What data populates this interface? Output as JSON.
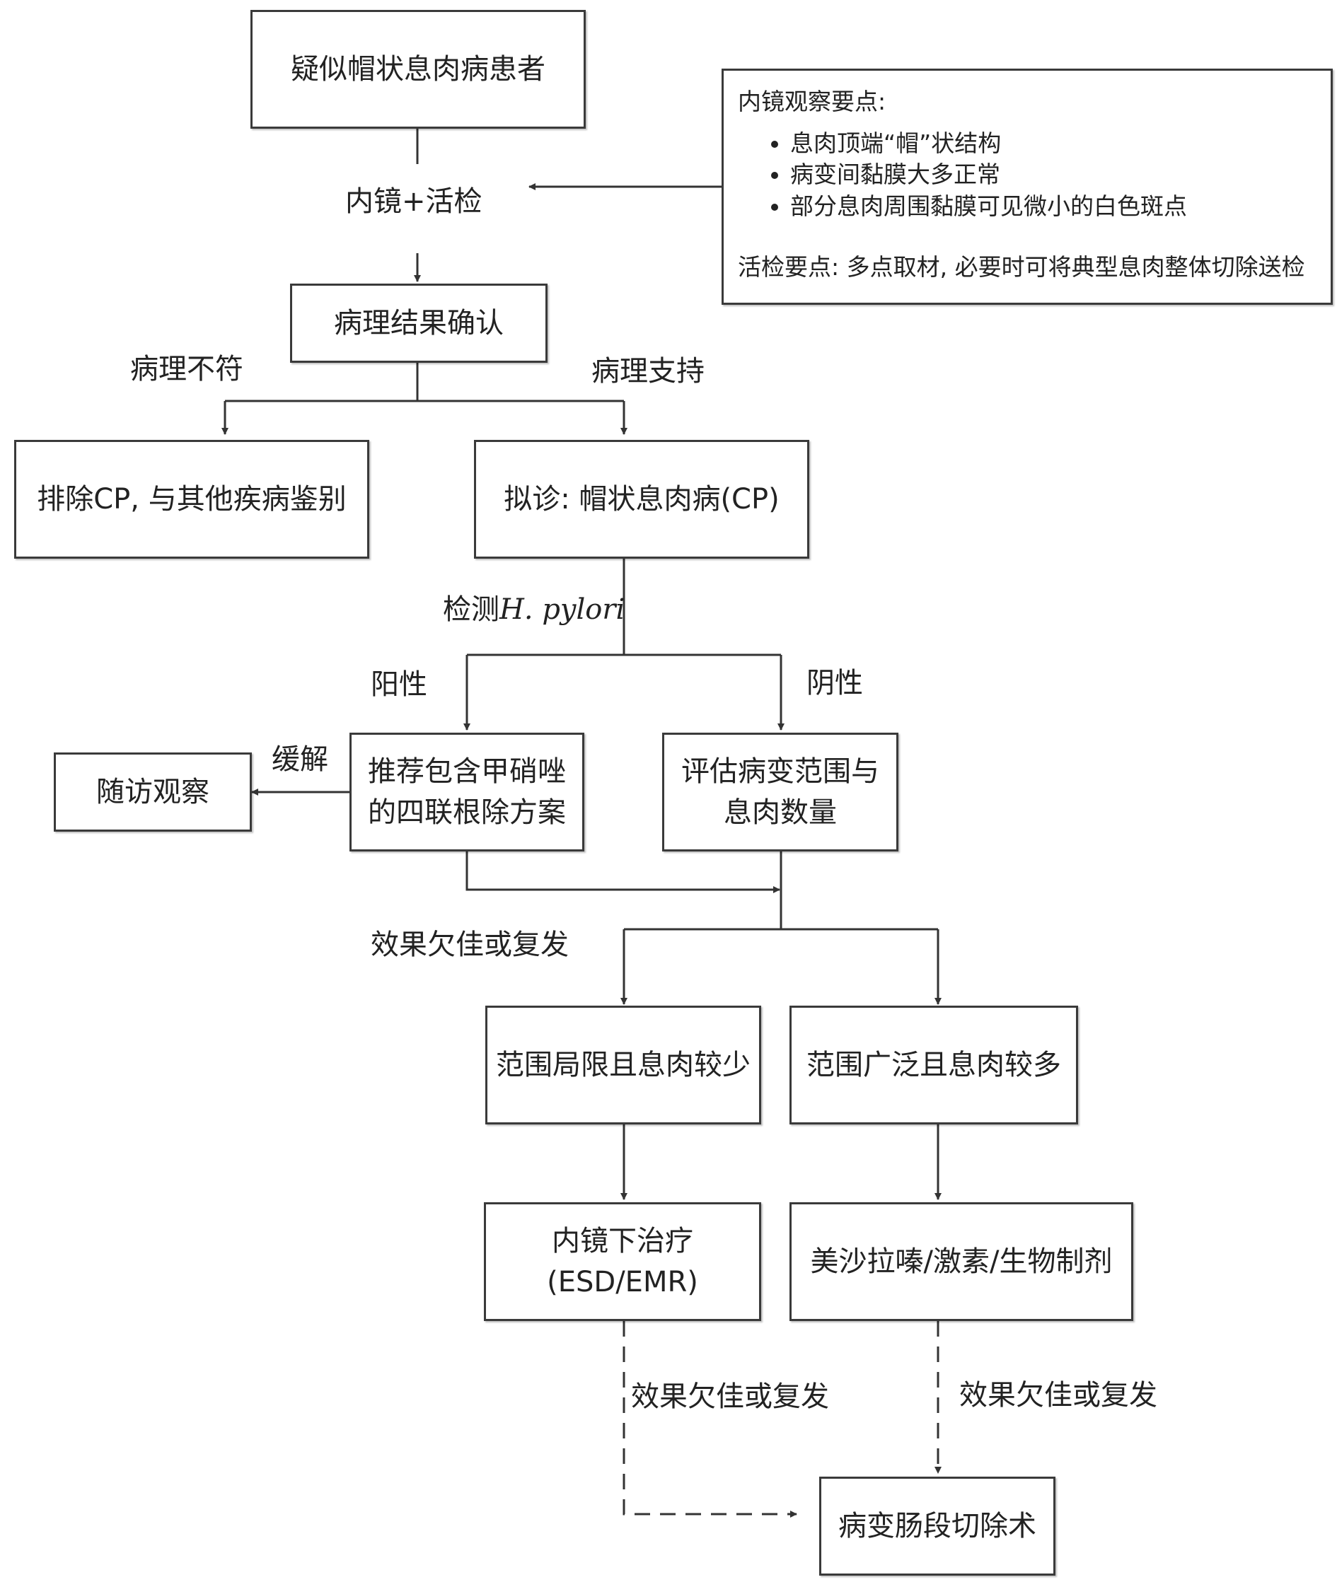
{
  "nodes": {
    "suspected": "疑似帽状息肉病患者",
    "endoscopy_biopsy": "内镜+活检",
    "pathology_confirm": "病理结果确认",
    "exclude_cp": "排除CP, 与其他疾病鉴别",
    "tentative_dx": "拟诊: 帽状息肉病(CP)",
    "eradication_line1": "推荐包含甲硝唑",
    "eradication_line2": "的四联根除方案",
    "evaluate_line1": "评估病变范围与",
    "evaluate_line2": "息肉数量",
    "follow_up": "随访观察",
    "limited": "范围局限且息肉较少",
    "extensive": "范围广泛且息肉较多",
    "endo_treat_line1": "内镜下治疗",
    "endo_treat_line2": "(ESD/EMR)",
    "drugs": "美沙拉嗪/激素/生物制剂",
    "resection": "病变肠段切除术"
  },
  "labels": {
    "path_mismatch": "病理不符",
    "path_support": "病理支持",
    "hp_test_prefix": "检测",
    "hp_test_organism": "H. pylori",
    "positive": "阳性",
    "negative": "阴性",
    "remission": "缓解",
    "poor_effect_main": "效果欠佳或复发",
    "poor_effect_left": "效果欠佳或复发",
    "poor_effect_right": "效果欠佳或复发"
  },
  "note": {
    "title": "内镜观察要点:",
    "bullets": [
      "息肉顶端“帽”状结构",
      "病变间黏膜大多正常",
      "部分息肉周围黏膜可见微小的白色斑点"
    ],
    "biopsy_points": "活检要点: 多点取材, 必要时可将典型息肉整体切除送检"
  }
}
